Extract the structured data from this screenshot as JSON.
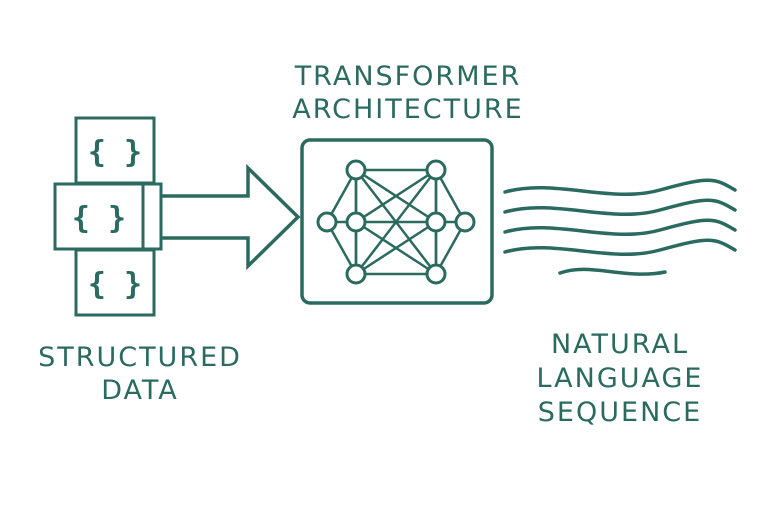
{
  "colors": {
    "ink": "#2b6a5f",
    "background": "#ffffff"
  },
  "labels": {
    "structured_data": [
      "STRUCTURED",
      "DATA"
    ],
    "transformer_architecture": [
      "TRANSFORMER",
      "ARCHITECTURE"
    ],
    "natural_language_sequence": [
      "NATURAL",
      "LANGUAGE",
      "SEQUENCE"
    ]
  },
  "structured_data_icon": {
    "cards": [
      "{ }",
      "{ }",
      "{ }"
    ]
  },
  "icons": {
    "input": "json-stack-icon",
    "arrow": "arrow-right-icon",
    "model": "neural-network-icon",
    "output": "text-wave-lines-icon"
  }
}
